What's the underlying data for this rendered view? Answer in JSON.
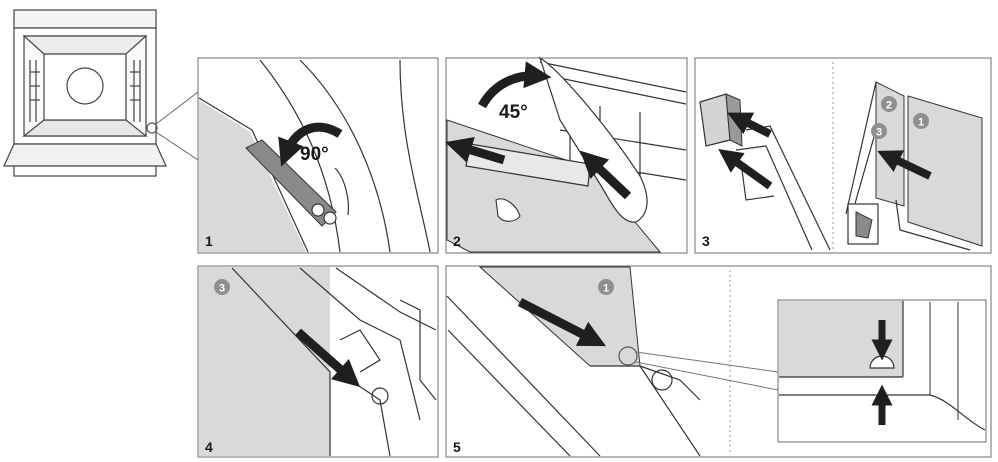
{
  "panels": [
    {
      "label": "1",
      "angle": "90°"
    },
    {
      "label": "2",
      "angle": "45°"
    },
    {
      "label": "3",
      "callouts": [
        "1",
        "2",
        "3"
      ]
    },
    {
      "label": "4",
      "callouts": [
        "3"
      ]
    },
    {
      "label": "5",
      "callouts": [
        "1"
      ]
    }
  ],
  "colors": {
    "panel_fill": "#d9d9d9",
    "arrow": "#1f1f1f",
    "border": "#6e6e6e",
    "badge": "#8f8f8f",
    "line": "#555555"
  }
}
